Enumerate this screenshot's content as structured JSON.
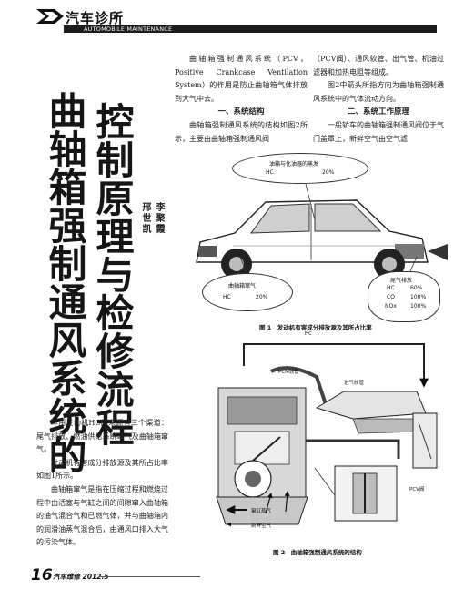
{
  "header": {
    "title": "汽车诊所",
    "subtitle": "AUTOMOBILE MAINTENANCE"
  },
  "article": {
    "title_line1": "曲轴箱强制通风系统的",
    "title_line2": "控制原理与检修流程",
    "author1": "李聚霞",
    "author2": "邢世凯"
  },
  "body": {
    "intro": "曲轴箱强制通风系统（PCV，Positive Crankcase Ventilation System）的作用是防止曲轴箱气体排放到大气中去。",
    "sec1_heading": "一、系统结构",
    "sec1_p1": "曲轴箱强制通风系统的结构如图2所示，主要由曲轴箱强制通风阀",
    "col_b_p1": "（PCV阀）、通风软管、出气管、机油过滤器和加热电阻等组成。",
    "col_b_p2": "图2中箭头所指方向为曲轴箱强制通风系统中的气体流动方向。",
    "sec2_heading": "二、系统工作原理",
    "sec2_p1": "一般轿车的曲轴箱强制通风阀位于气门盖罩上，新鲜空气由空气滤",
    "left_p1": "车用发动机HC的来源有三个渠道：尾气排放、燃油供给系统窜气及曲轴箱窜气。",
    "left_p2": "发动机有害成分排放源及其所占比率如图1所示。",
    "left_p3": "曲轴箱窜气是指在压缩过程和燃烧过程中由活塞与气缸之间的间隙窜入曲轴箱的油气混合气和已燃气体，并与曲轴箱内的润滑油蒸气混合后，由通风口排入大气的污染气体。"
  },
  "figure1": {
    "caption": "图 1　发动机有害成分排放源及其所占比率",
    "fuel_label": "油箱与化油器的蒸发",
    "fuel_hc": "HC",
    "fuel_hc_pct": "20%",
    "crank_label": "曲轴箱窜气",
    "crank_hc": "HC",
    "crank_hc_pct": "20%",
    "exhaust_label": "尾气排放",
    "ex_hc": "HC",
    "ex_hc_pct": "60%",
    "ex_co": "CO",
    "ex_co_pct": "100%",
    "ex_nox": "NOx",
    "ex_nox_pct": "100%"
  },
  "figure2": {
    "caption": "图 2　曲轴箱强制通风系统的结构",
    "hc_label": "HC",
    "pcm_hose": "PCM软管",
    "intake_pipe": "进气歧管",
    "pcv_valve": "PCV阀",
    "legend_blowby": "窜缸蒸气",
    "legend_fresh": "新鲜空气"
  },
  "footer": {
    "page_number": "16",
    "magazine": "汽车维修 2012.5"
  }
}
